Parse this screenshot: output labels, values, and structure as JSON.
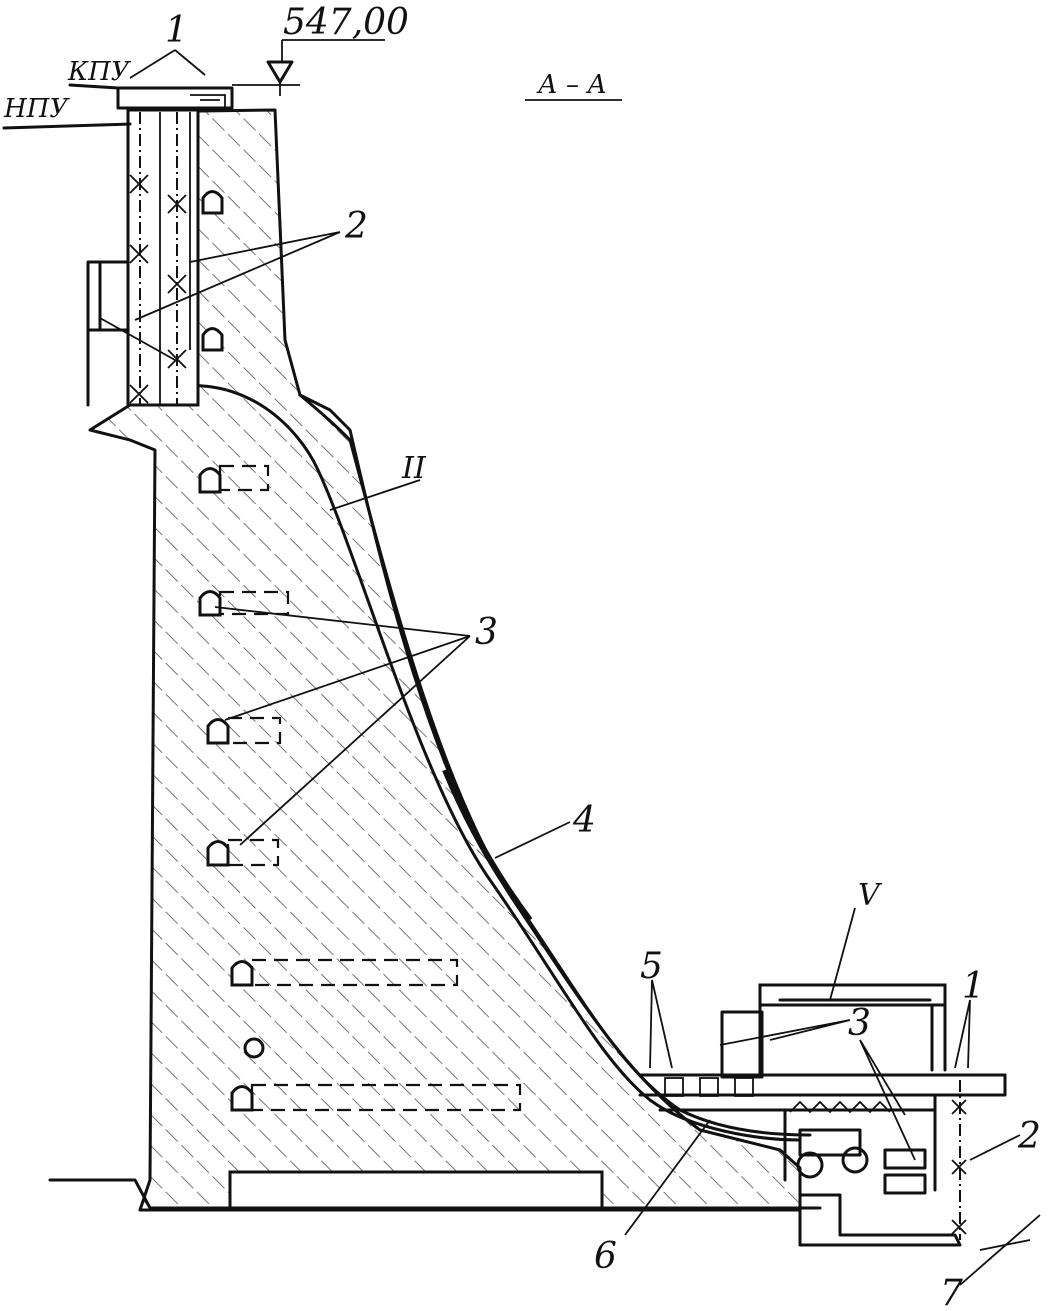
{
  "section_title": "А – А",
  "elevation": "547,00",
  "water_levels": {
    "npu": "НПУ",
    "kpu": "КПУ"
  },
  "callouts": {
    "c1_top": "1",
    "c2_top": "2",
    "c3_mid": "3",
    "c4": "4",
    "c5": "5",
    "c3_bottom": "3",
    "c1_right": "1",
    "c2_right": "2",
    "c6": "6",
    "c7": "7"
  },
  "zones": {
    "zone_II": "II",
    "zone_V": "V"
  }
}
